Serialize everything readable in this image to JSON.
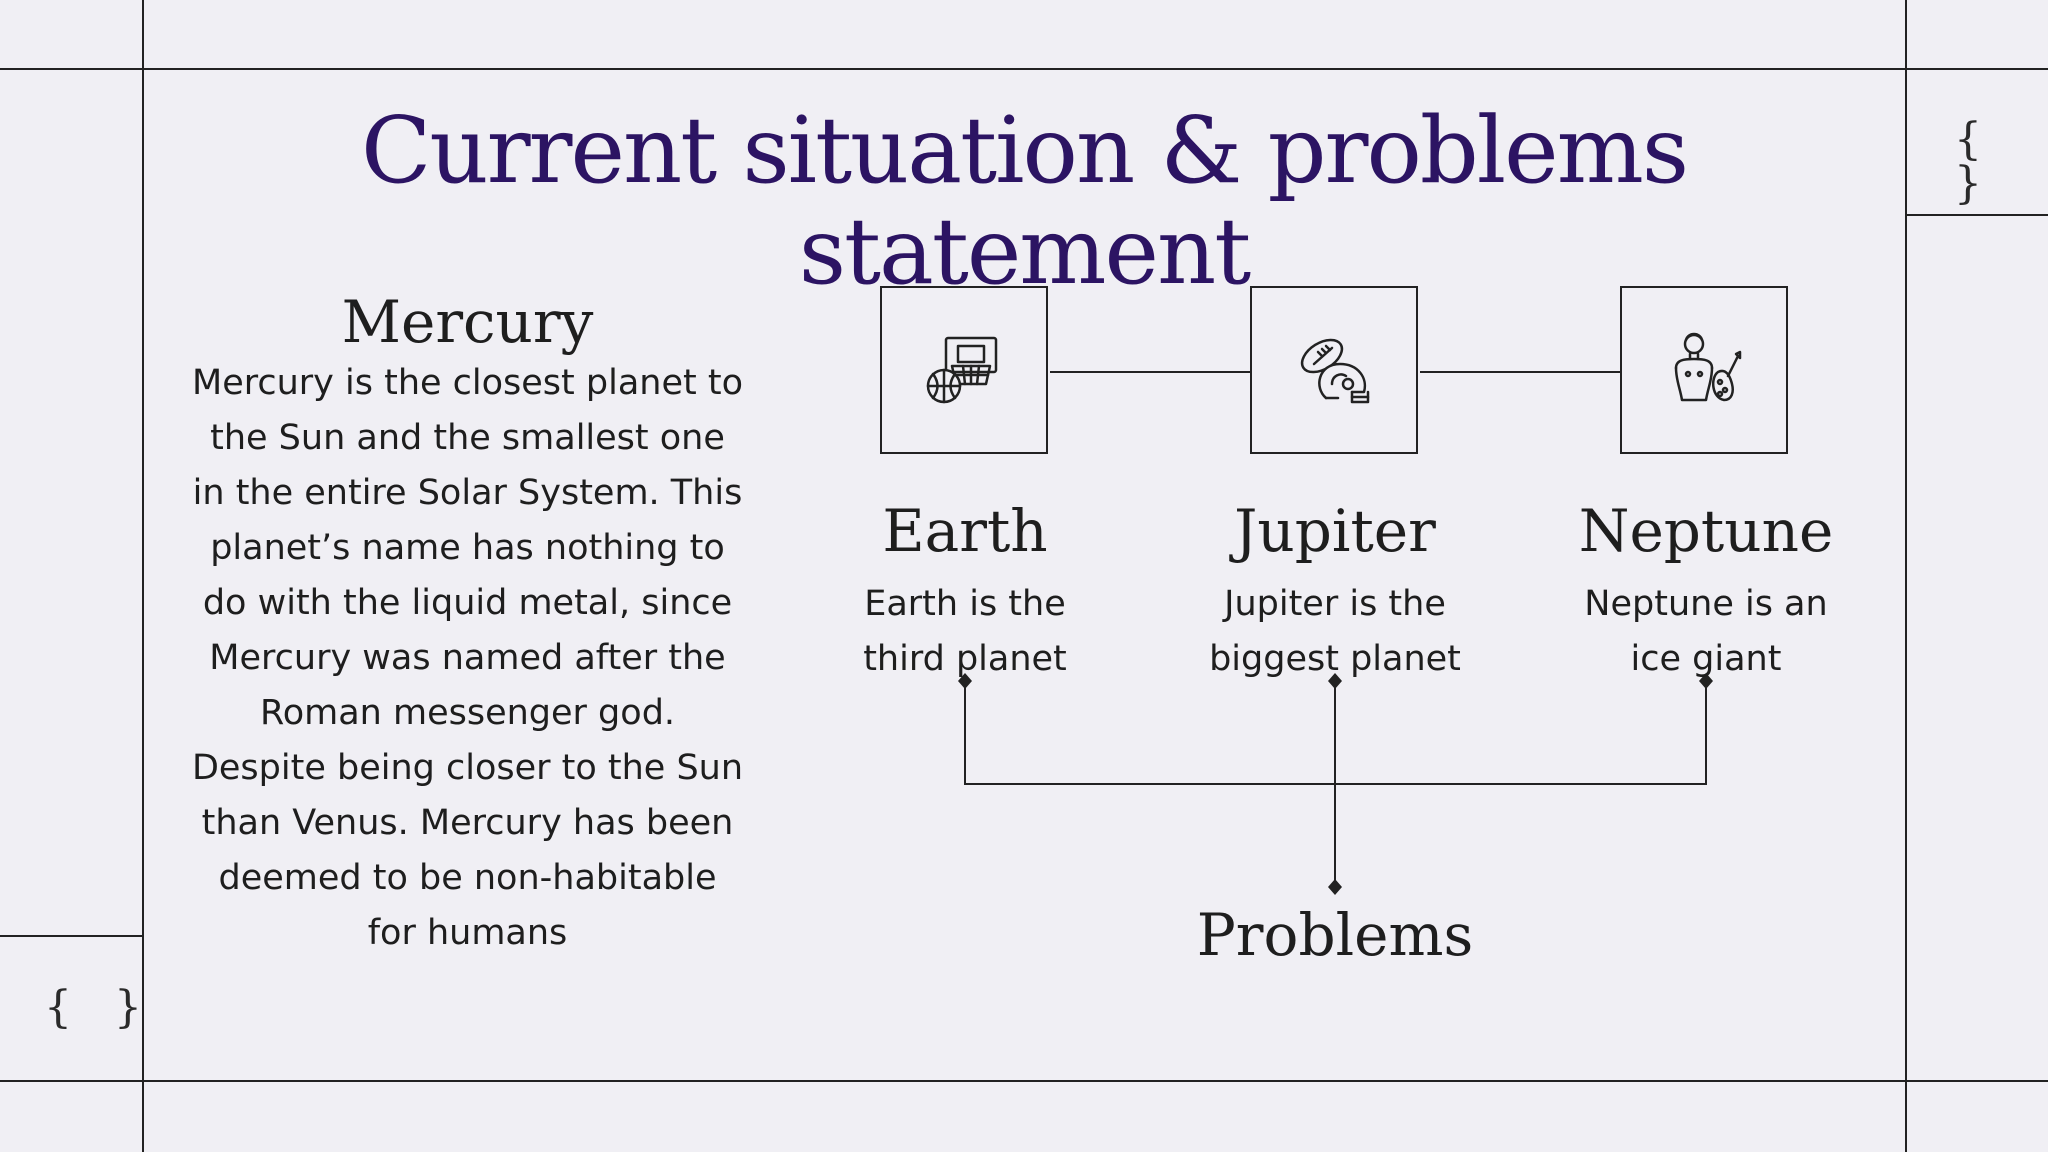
{
  "title": "Current situation & problems statement",
  "braces": {
    "top_right": "{ }",
    "bottom_left": "{ }"
  },
  "left": {
    "heading": "Mercury",
    "body": "Mercury is the closest planet to the Sun and the smallest one in the entire Solar System. This planet’s name has nothing to do with the liquid metal, since Mercury was named after the Roman messenger god. Despite being closer to the Sun than Venus. Mercury has been deemed to be non-habitable for humans"
  },
  "nodes": [
    {
      "title": "Earth",
      "desc_line1": "Earth is the",
      "desc_line2": "third planet",
      "icon": "basketball-hoop-icon"
    },
    {
      "title": "Jupiter",
      "desc_line1": "Jupiter is the",
      "desc_line2": "biggest planet",
      "icon": "football-helmet-icon"
    },
    {
      "title": "Neptune",
      "desc_line1": "Neptune is an",
      "desc_line2": "ice giant",
      "icon": "sculpture-palette-icon"
    }
  ],
  "target": {
    "label": "Problems"
  }
}
